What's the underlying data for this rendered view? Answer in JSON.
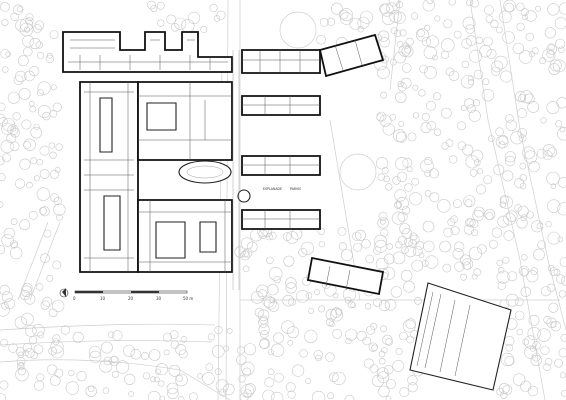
{
  "scale_bar": {
    "ticks": [
      "0",
      "10",
      "20",
      "30",
      "50 m"
    ]
  },
  "plan_labels": {
    "label_a": "ESPLANADE",
    "label_b": "PARVIS"
  },
  "colors": {
    "walls": "#111111",
    "context": "#c9c9c9",
    "background": "#ffffff"
  }
}
